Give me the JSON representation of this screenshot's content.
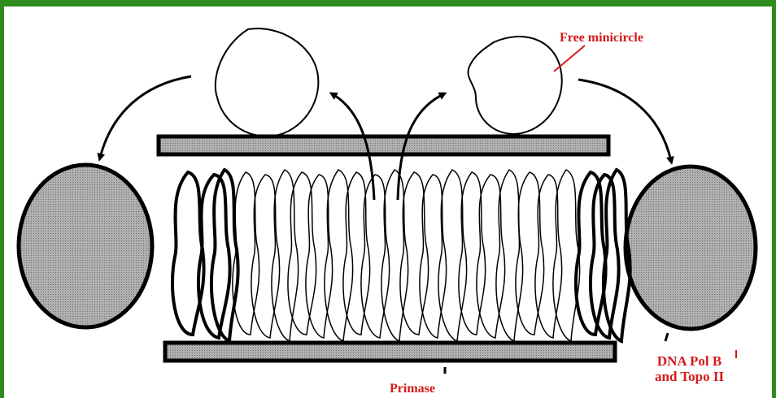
{
  "labels": {
    "free_minicircle": "Free minicircle",
    "primase": "Primase",
    "dna_pol_line1": "DNA Pol B",
    "dna_pol_line2": "and Topo II"
  },
  "colors": {
    "frame": "#2e8b1e",
    "label": "#d31a1a",
    "stroke": "#000000",
    "protein_fill": "#9a9a9a",
    "bar_fill": "#a8a8a8"
  }
}
